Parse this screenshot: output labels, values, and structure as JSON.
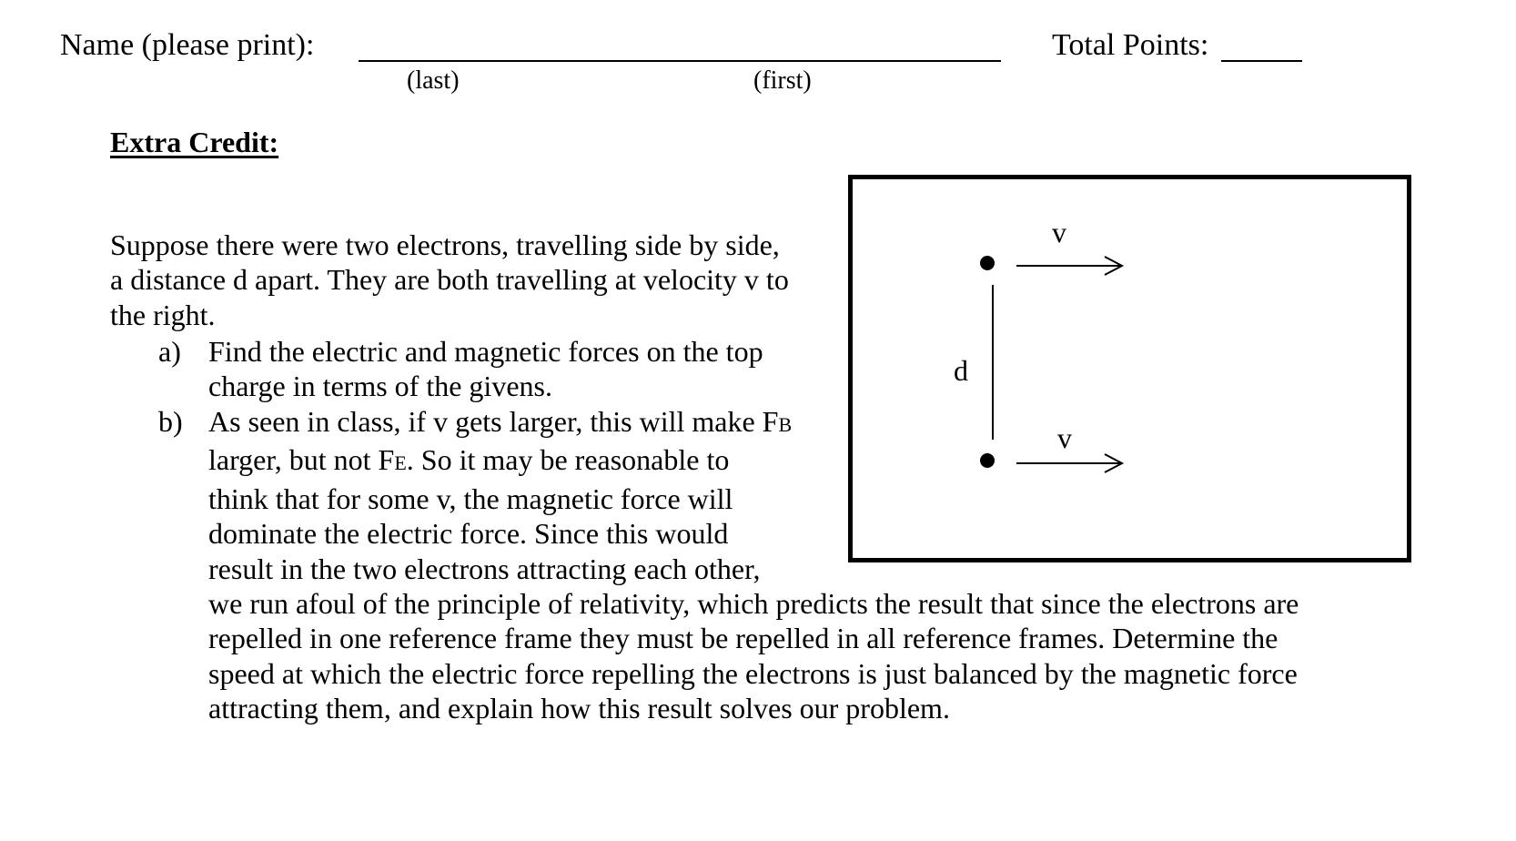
{
  "header": {
    "name_label": "Name (please print):",
    "last_label": "(last)",
    "first_label": "(first)",
    "total_points_label": "Total Points:"
  },
  "section": {
    "title": "Extra Credit:"
  },
  "problem": {
    "intro_lines": [
      "Suppose there were two electrons, travelling side by side,",
      "a distance d apart.  They are both travelling at velocity v to",
      "the right."
    ],
    "item_a_marker": "a)",
    "item_a_lines": [
      "Find the electric and magnetic forces on the top",
      "charge in terms of the givens."
    ],
    "item_b_marker": "b)",
    "item_b_lines": [
      "As seen in class, if v gets larger, this will make F",
      "larger, but not F",
      "think that for some v, the magnetic force will",
      "dominate the electric force.  Since this would",
      "result in the two electrons attracting each other,",
      "we run afoul of the principle of relativity, which predicts the result that since the electrons are",
      "repelled in one reference frame they must be repelled in all reference frames.  Determine the",
      "speed at which the electric force repelling the electrons is just balanced by the magnetic force",
      "attracting them, and explain how this result solves our problem."
    ],
    "sub_B": "B",
    "sub_E": "E",
    "after_FE": ".  So it may be reasonable to"
  },
  "diagram": {
    "velocity_top": "v",
    "distance": "d",
    "velocity_bottom": "v"
  }
}
